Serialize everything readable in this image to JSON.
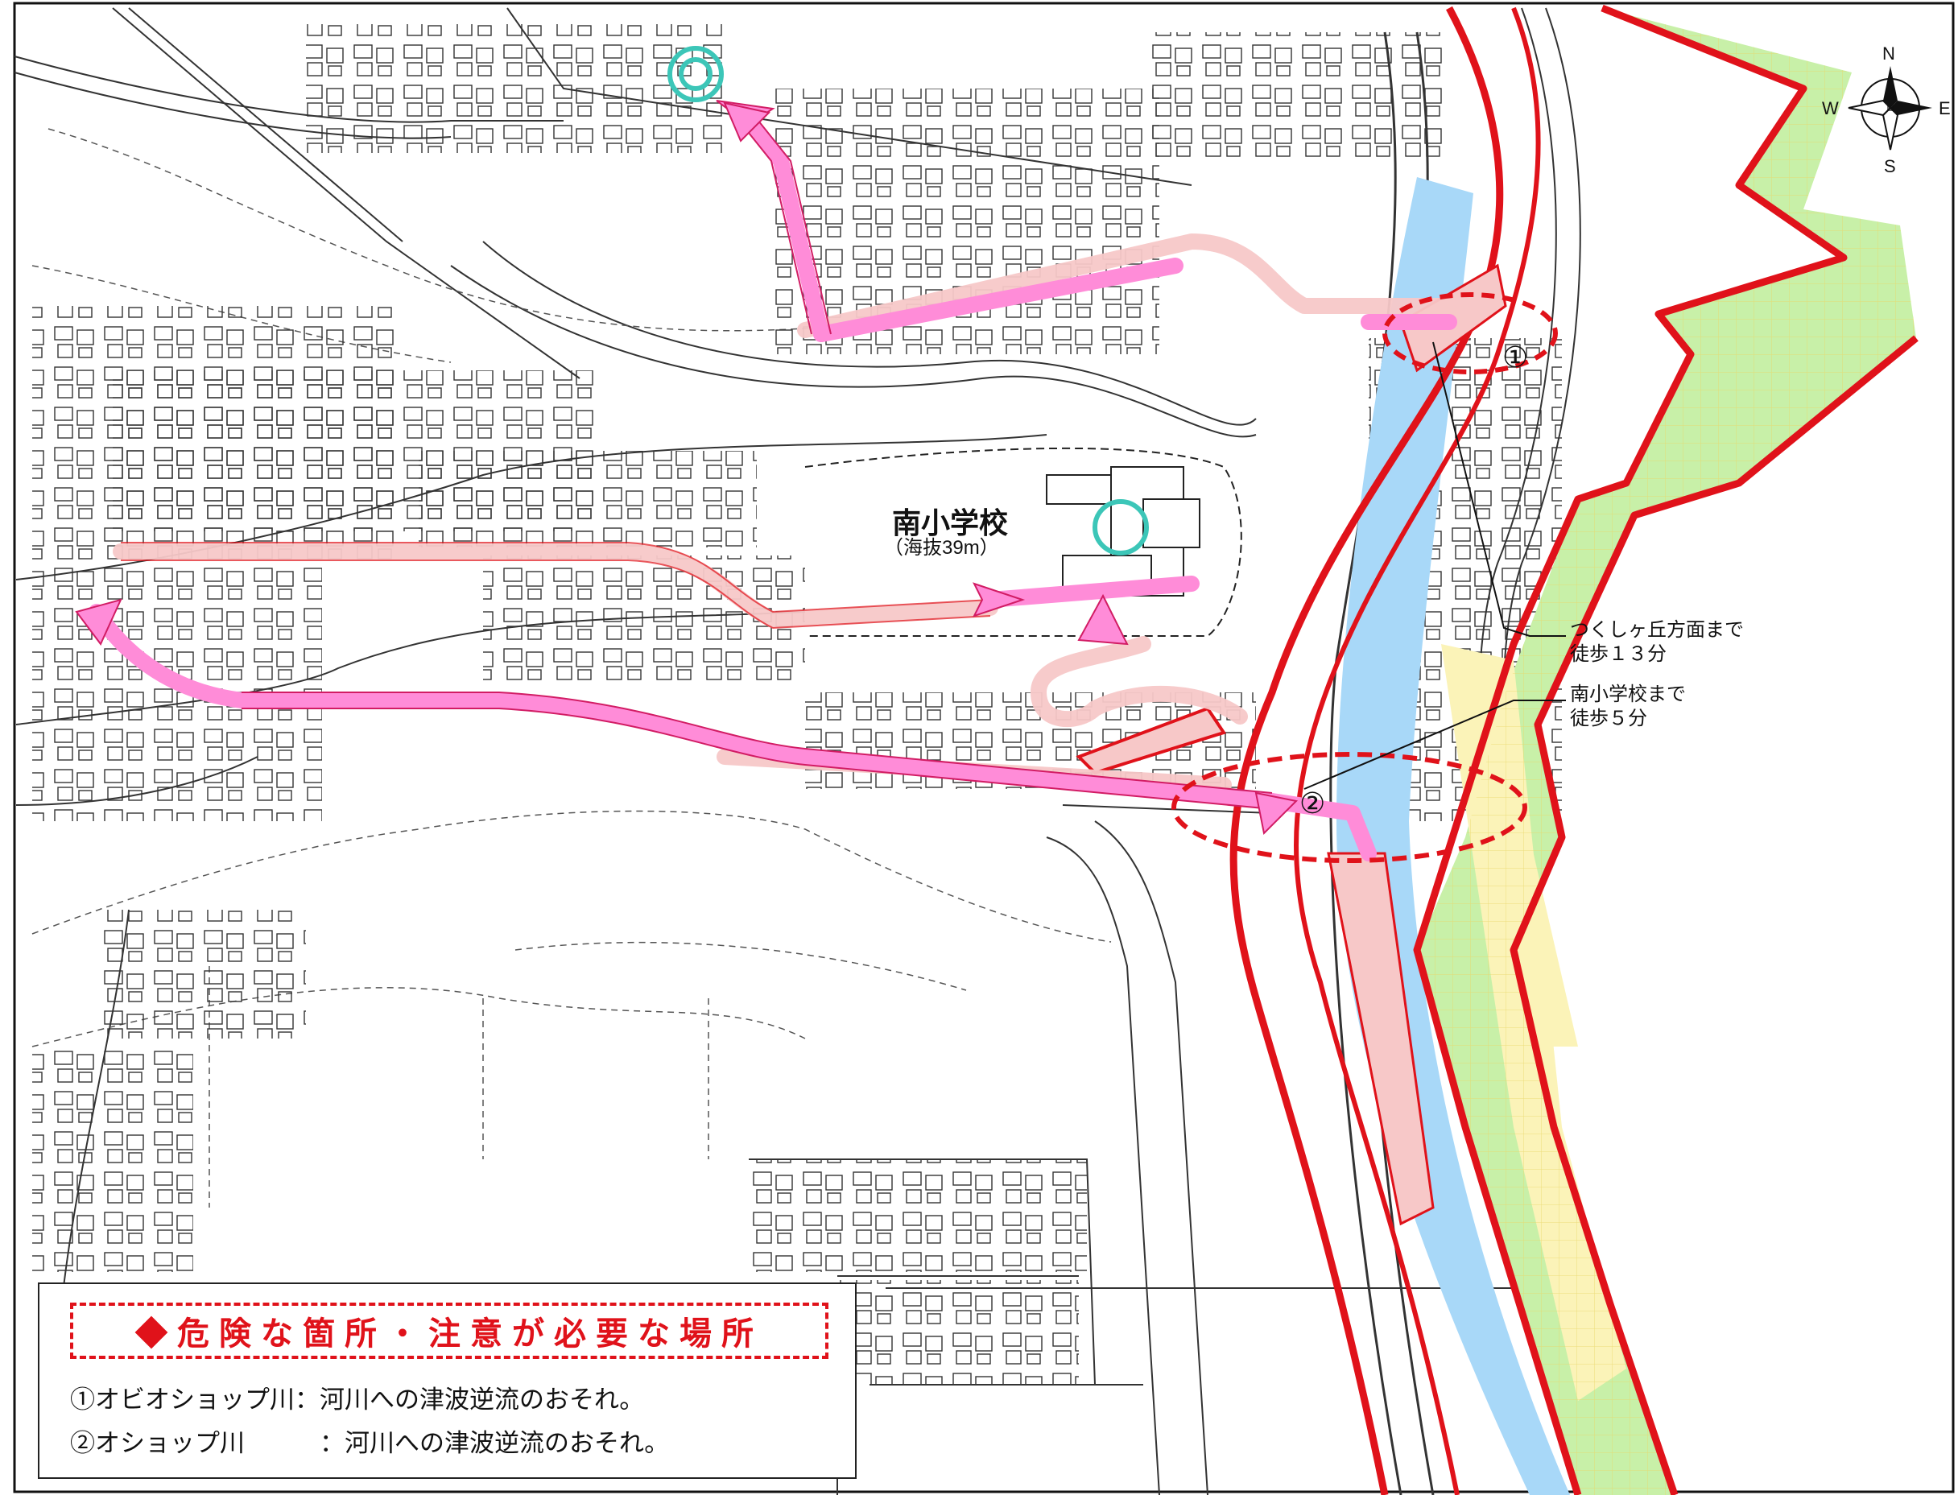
{
  "school": {
    "name": "南小学校",
    "elevation": "（海抜39m）"
  },
  "compass": {
    "north": "N",
    "south": "S",
    "east": "E",
    "west": "W"
  },
  "markers": {
    "point1": "①",
    "point2": "②"
  },
  "callouts": {
    "tsukushigaoka": {
      "line1": "つくしヶ丘方面まで",
      "line2": "徒歩１３分"
    },
    "minami_school": {
      "line1": "南小学校まで",
      "line2": "徒歩５分"
    }
  },
  "legend": {
    "title": "◆危険な箇所・注意が必要な場所",
    "items": [
      {
        "label": "①オビオショップ川：河川への津波逆流のおそれ。"
      },
      {
        "label": "②オショップ川　　　：河川への津波逆流のおそれ。"
      }
    ]
  },
  "colors": {
    "hazard_outline": "#e0121a",
    "evacuation_route": "#ff8cd8",
    "route_light": "#f7c8c8",
    "evacuation_site": "#3cc6b8",
    "inundation_green": "#c8f0a8",
    "inundation_blue": "#a8d8f8",
    "inundation_yellow": "#fbf3b8"
  }
}
